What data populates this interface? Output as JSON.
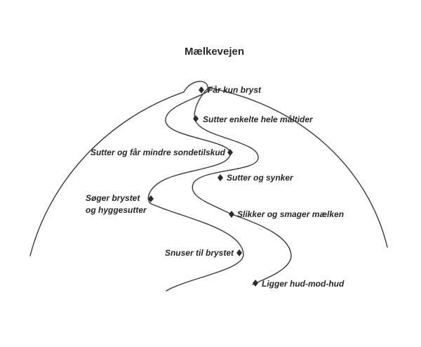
{
  "title": "Mælkevejen",
  "milestones": [
    {
      "id": "faar-kun-bryst",
      "lines": [
        "Får kun bryst"
      ]
    },
    {
      "id": "sutter-enkelte",
      "lines": [
        "Sutter enkelte hele måltider"
      ]
    },
    {
      "id": "sondetilskud",
      "lines": [
        "Sutter og får mindre sondetilskud"
      ]
    },
    {
      "id": "sutter-synker",
      "lines": [
        "Sutter og synker"
      ]
    },
    {
      "id": "soeger-brystet",
      "lines": [
        "Søger brystet",
        "og hyggesutter"
      ]
    },
    {
      "id": "slikker-smager",
      "lines": [
        "Slikker og smager mælken"
      ]
    },
    {
      "id": "snuser",
      "lines": [
        "Snuser til brystet"
      ]
    },
    {
      "id": "hud-mod-hud",
      "lines": [
        "Ligger hud-mod-hud"
      ]
    }
  ],
  "colors": {
    "ink": "#2b2b2b",
    "background": "#ffffff"
  }
}
